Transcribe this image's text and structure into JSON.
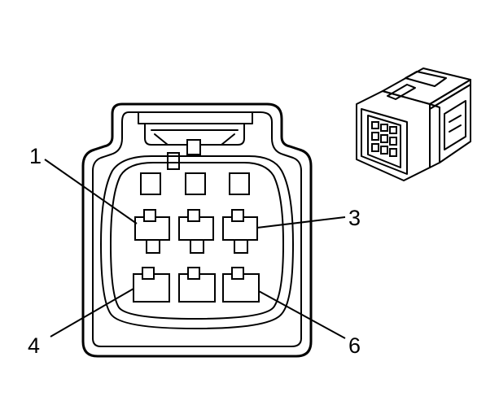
{
  "callouts": {
    "pin_1": "1",
    "pin_3": "3",
    "pin_4": "4",
    "pin_6": "6"
  }
}
